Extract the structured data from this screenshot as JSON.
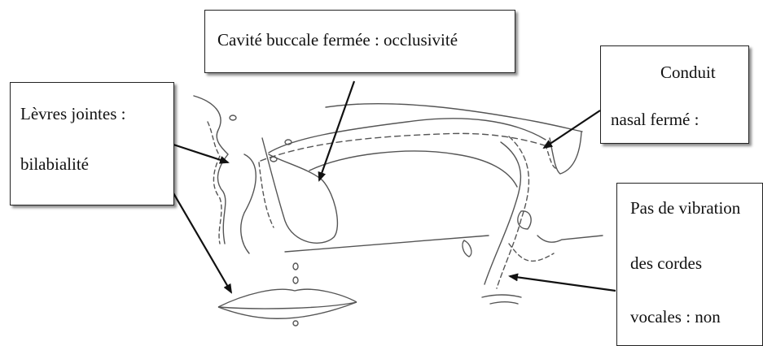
{
  "labels": {
    "cavite": "Cavité buccale fermée : occlusivité",
    "levres_line1": "Lèvres jointes :",
    "levres_line2": "bilabialité",
    "conduit_line1": "Conduit",
    "conduit_line2": "nasal fermé :",
    "pas_line1": "Pas de vibration",
    "pas_line2": "des cordes",
    "pas_line3": "vocales : non"
  },
  "colors": {
    "line": "#555555",
    "arrow": "#111111",
    "box_border": "#222222"
  }
}
